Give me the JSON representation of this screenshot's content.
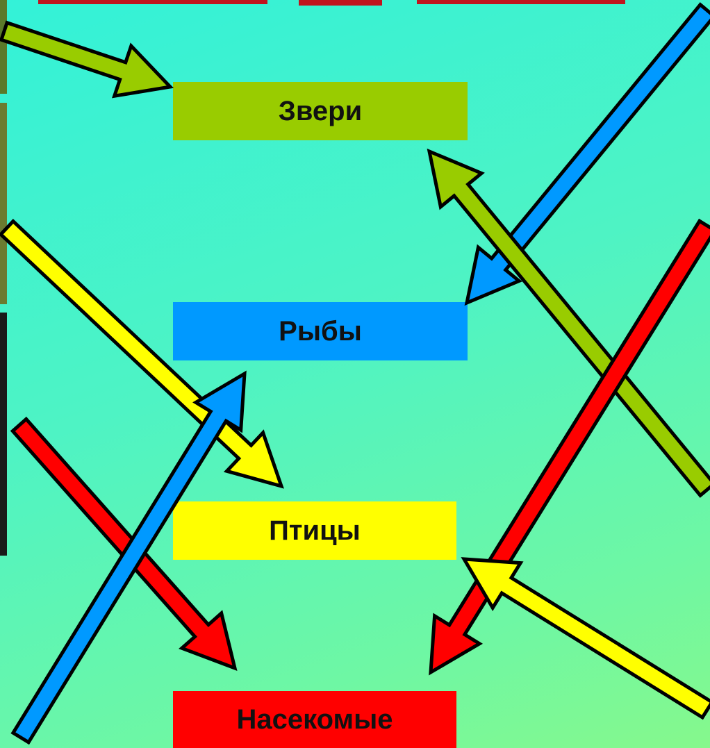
{
  "categories": [
    {
      "id": "zveri",
      "label": "Звери",
      "color": "#99cc00"
    },
    {
      "id": "ryby",
      "label": "Рыбы",
      "color": "#0099ff"
    },
    {
      "id": "ptitsy",
      "label": "Птицы",
      "color": "#ffff00"
    },
    {
      "id": "nasekomye",
      "label": "Насекомые",
      "color": "#ff0000"
    }
  ],
  "colors": {
    "background_top": "#33f2d8",
    "background_bottom": "#86f88c",
    "arrow_outline": "#000000",
    "title_fragment": "#c0141e"
  }
}
